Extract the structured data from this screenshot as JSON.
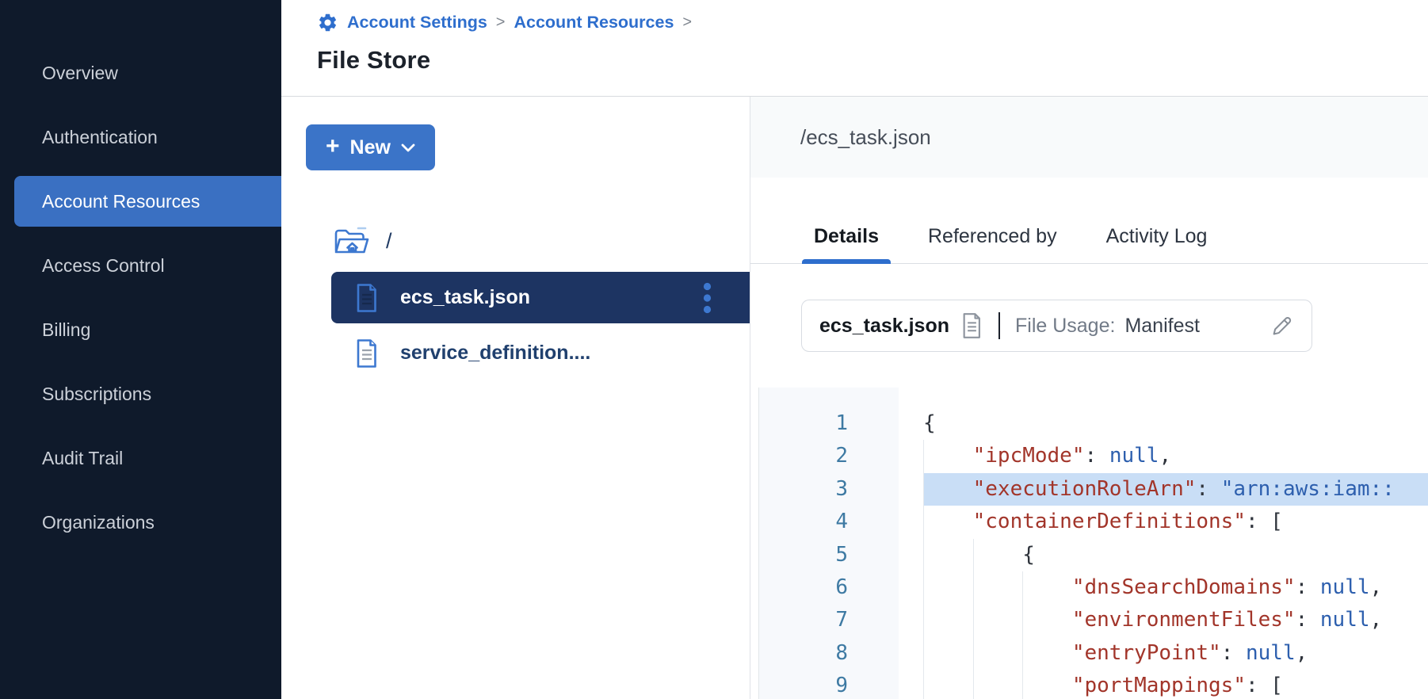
{
  "colors": {
    "sidebar_bg": "#0f1a2b",
    "sidebar_selected": "#3a70c2",
    "accent_blue": "#2e6ecd",
    "button_blue": "#3b74c8",
    "selected_row_navy": "#1d3462",
    "icon_blue": "#3d78d0",
    "code_key_red": "#a2352a",
    "code_value_blue": "#2d5fae",
    "line_highlight": "#c9def6",
    "gutter_number": "#3e7aa3"
  },
  "breadcrumb": {
    "icon": "gear-icon",
    "links": [
      "Account Settings",
      "Account Resources"
    ],
    "separator": ">"
  },
  "page_title": "File Store",
  "sidebar": {
    "items": [
      {
        "label": "Overview",
        "selected": false
      },
      {
        "label": "Authentication",
        "selected": false
      },
      {
        "label": "Account Resources",
        "selected": true
      },
      {
        "label": "Access Control",
        "selected": false
      },
      {
        "label": "Billing",
        "selected": false
      },
      {
        "label": "Subscriptions",
        "selected": false
      },
      {
        "label": "Audit Trail",
        "selected": false
      },
      {
        "label": "Organizations",
        "selected": false
      }
    ]
  },
  "file_panel": {
    "new_button": {
      "plus": "+",
      "label": "New"
    },
    "root_path": "/",
    "files": [
      {
        "name": "ecs_task.json",
        "selected": true,
        "has_menu": true
      },
      {
        "name": "service_definition....",
        "selected": false,
        "has_menu": false
      }
    ]
  },
  "detail_panel": {
    "path": "/ecs_task.json",
    "tabs": [
      {
        "label": "Details",
        "active": true
      },
      {
        "label": "Referenced by",
        "active": false
      },
      {
        "label": "Activity Log",
        "active": false
      }
    ],
    "file_card": {
      "name": "ecs_task.json",
      "usage_label": "File Usage:",
      "usage_value": "Manifest"
    },
    "code": {
      "highlighted_line": 3,
      "lines": [
        {
          "n": 1,
          "indent": 0,
          "tokens": [
            [
              "punc",
              "{"
            ]
          ]
        },
        {
          "n": 2,
          "indent": 1,
          "tokens": [
            [
              "key",
              "\"ipcMode\""
            ],
            [
              "punc",
              ": "
            ],
            [
              "val",
              "null"
            ],
            [
              "punc",
              ","
            ]
          ]
        },
        {
          "n": 3,
          "indent": 1,
          "tokens": [
            [
              "key",
              "\"executionRoleArn\""
            ],
            [
              "punc",
              ": "
            ],
            [
              "str",
              "\"arn:aws:iam::"
            ]
          ]
        },
        {
          "n": 4,
          "indent": 1,
          "tokens": [
            [
              "key",
              "\"containerDefinitions\""
            ],
            [
              "punc",
              ": ["
            ]
          ]
        },
        {
          "n": 5,
          "indent": 2,
          "tokens": [
            [
              "punc",
              "{"
            ]
          ]
        },
        {
          "n": 6,
          "indent": 3,
          "tokens": [
            [
              "key",
              "\"dnsSearchDomains\""
            ],
            [
              "punc",
              ": "
            ],
            [
              "val",
              "null"
            ],
            [
              "punc",
              ","
            ]
          ]
        },
        {
          "n": 7,
          "indent": 3,
          "tokens": [
            [
              "key",
              "\"environmentFiles\""
            ],
            [
              "punc",
              ": "
            ],
            [
              "val",
              "null"
            ],
            [
              "punc",
              ","
            ]
          ]
        },
        {
          "n": 8,
          "indent": 3,
          "tokens": [
            [
              "key",
              "\"entryPoint\""
            ],
            [
              "punc",
              ": "
            ],
            [
              "val",
              "null"
            ],
            [
              "punc",
              ","
            ]
          ]
        },
        {
          "n": 9,
          "indent": 3,
          "tokens": [
            [
              "key",
              "\"portMappings\""
            ],
            [
              "punc",
              ": ["
            ]
          ]
        }
      ]
    }
  }
}
